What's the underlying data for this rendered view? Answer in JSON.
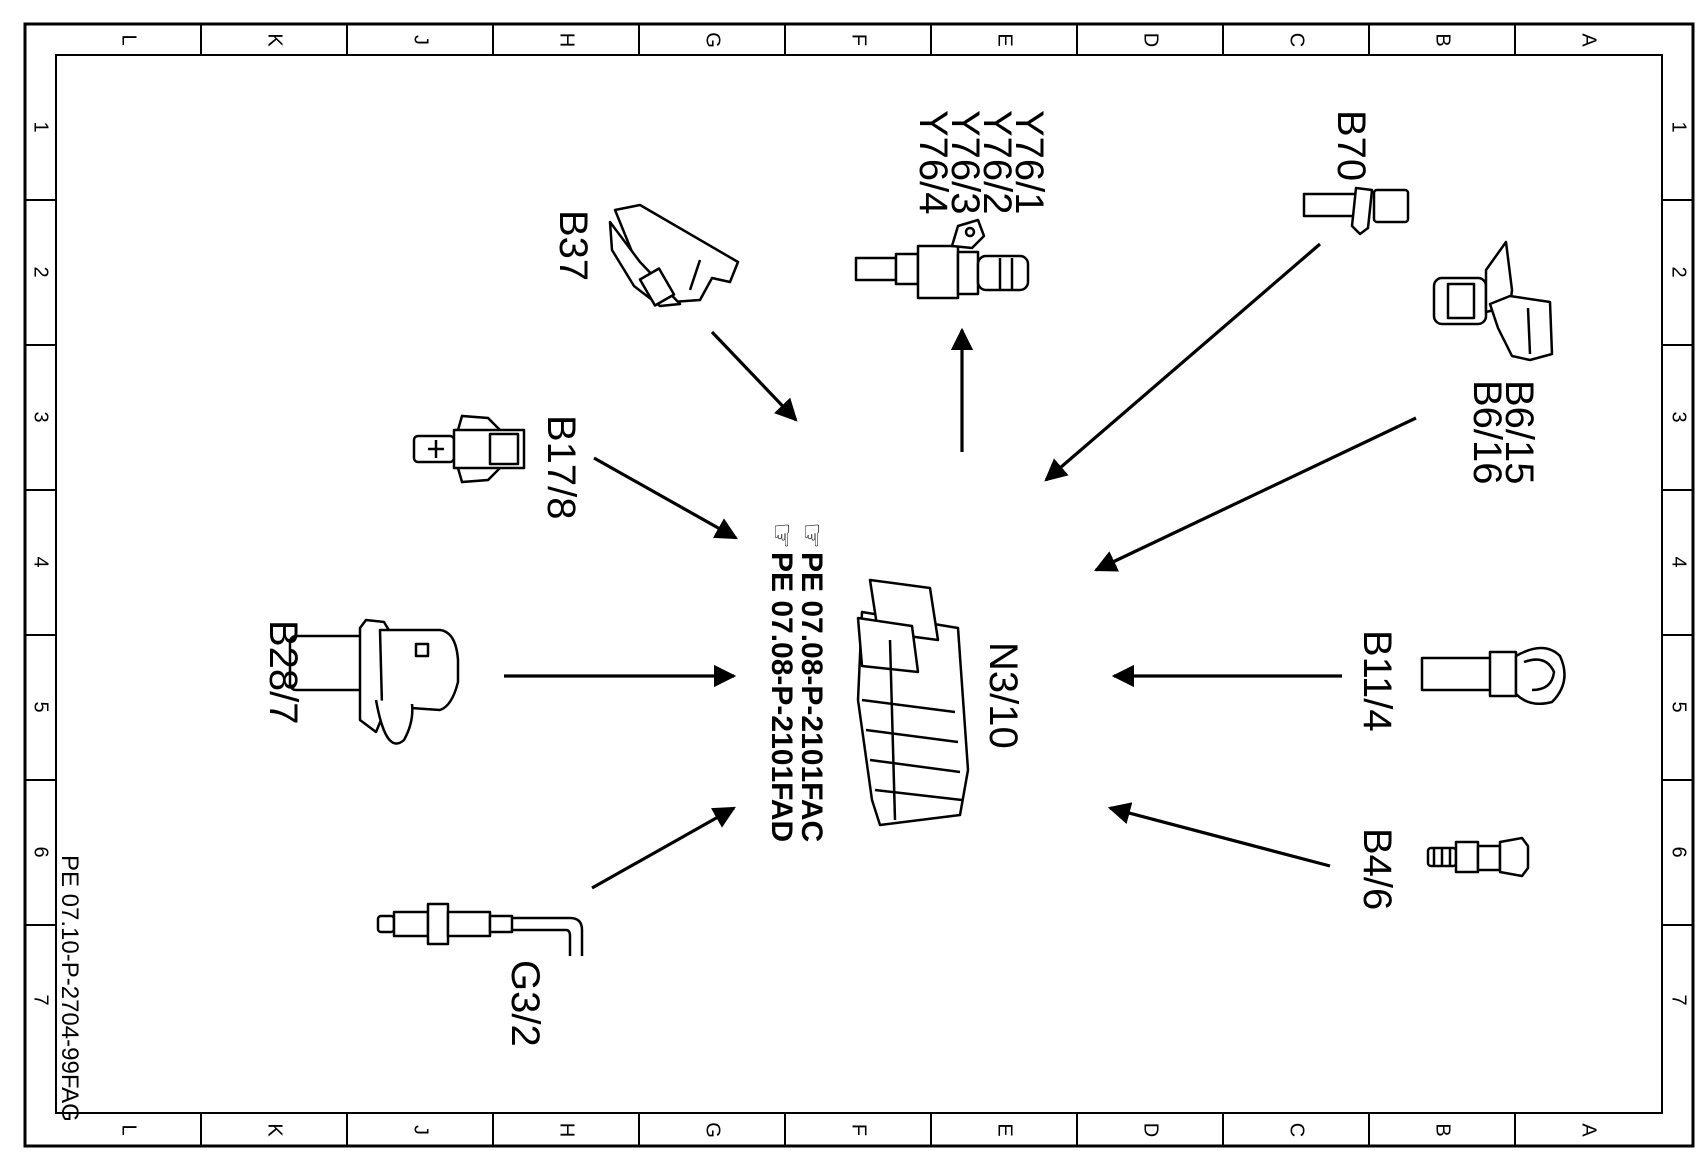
{
  "grid": {
    "columns": [
      "L",
      "K",
      "J",
      "H",
      "G",
      "F",
      "E",
      "D",
      "C",
      "B",
      "A"
    ],
    "rows": [
      "1",
      "2",
      "3",
      "4",
      "5",
      "6",
      "7"
    ]
  },
  "doc_id": "PE 07.10-P-2704-99FAG",
  "references": [
    "PE 07.08-P-2101FAC",
    "PE 07.08-P-2101FAD"
  ],
  "components": {
    "control_unit": "N3/10",
    "b37": "B37",
    "b17_8": "B17/8",
    "b28_7": "B28/7",
    "g3_2": "G3/2",
    "y76": [
      "Y76/1",
      "Y76/2",
      "Y76/3",
      "Y76/4"
    ],
    "b70": "B70",
    "b6": [
      "B6/15",
      "B6/16"
    ],
    "b11_4": "B11/4",
    "b4_6": "B4/6"
  },
  "icons": {
    "reference_marker": "pointing-hand-icon"
  }
}
